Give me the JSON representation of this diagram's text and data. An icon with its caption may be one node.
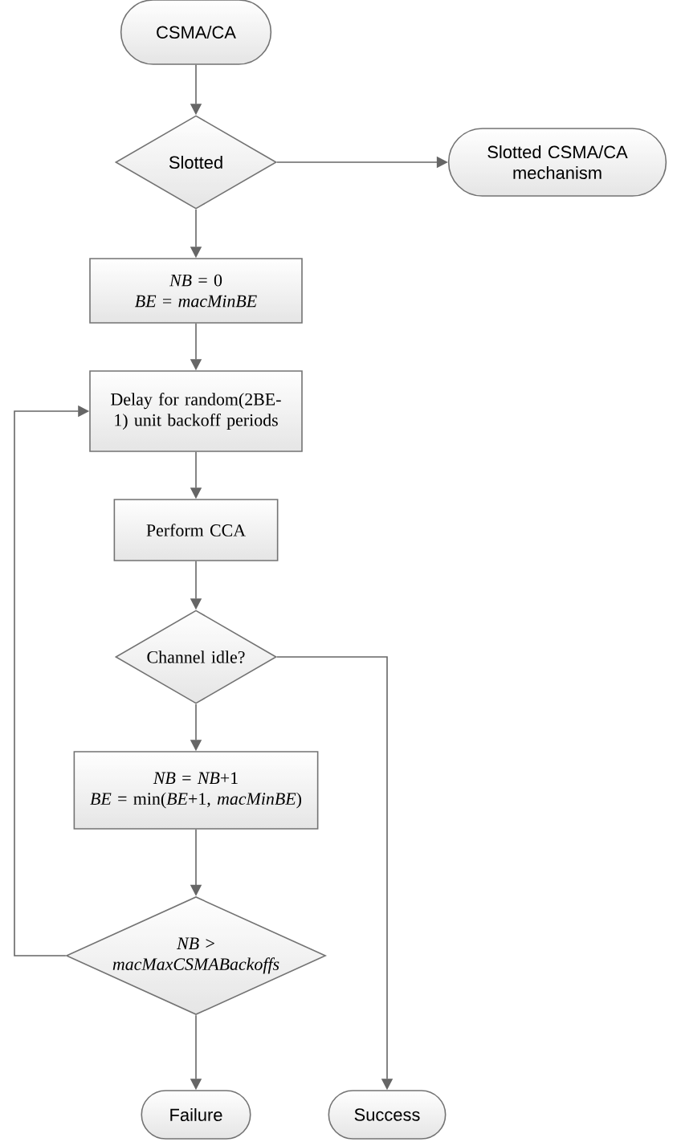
{
  "diagram": {
    "nodes": [
      {
        "text": [
          "CSMA/CA"
        ]
      },
      {
        "text": [
          "Slotted"
        ]
      },
      {
        "text": [
          "Slotted CSMA/CA mechanism"
        ]
      },
      {
        "text": [
          "*NB* = 0",
          "*BE* = *macMinBE*"
        ]
      },
      {
        "text": [
          "Delay for random(2BE-1) unit backoff periods"
        ]
      },
      {
        "text": [
          "Perform CCA"
        ]
      },
      {
        "text": [
          "Channel idle?"
        ]
      },
      {
        "text": [
          "*NB* = *NB*+1",
          "*BE* = min(*BE*+1, *macMinBE*)"
        ]
      },
      {
        "text": [
          "*NB* > *macMaxCSMABackoffs*"
        ]
      },
      {
        "text": [
          "Failure"
        ]
      },
      {
        "text": [
          "Success"
        ]
      }
    ],
    "edges": [
      {
        "from": 0,
        "to": 1,
        "arrow": "to"
      },
      {
        "from": 1,
        "to": 2,
        "arrow": "to"
      },
      {
        "from": 1,
        "to": 3,
        "arrow": "to"
      },
      {
        "from": 3,
        "to": 4,
        "arrow": "to"
      },
      {
        "from": 4,
        "to": 5,
        "arrow": "to"
      },
      {
        "from": 5,
        "to": 6,
        "arrow": "to"
      },
      {
        "from": 6,
        "to": 7,
        "arrow": "to"
      },
      {
        "from": 6,
        "to": 10,
        "arrow": "to"
      },
      {
        "from": 7,
        "to": 8,
        "arrow": "to"
      },
      {
        "from": 8,
        "to": 4,
        "arrow": "to"
      },
      {
        "from": 8,
        "to": 9,
        "arrow": "to"
      }
    ]
  }
}
